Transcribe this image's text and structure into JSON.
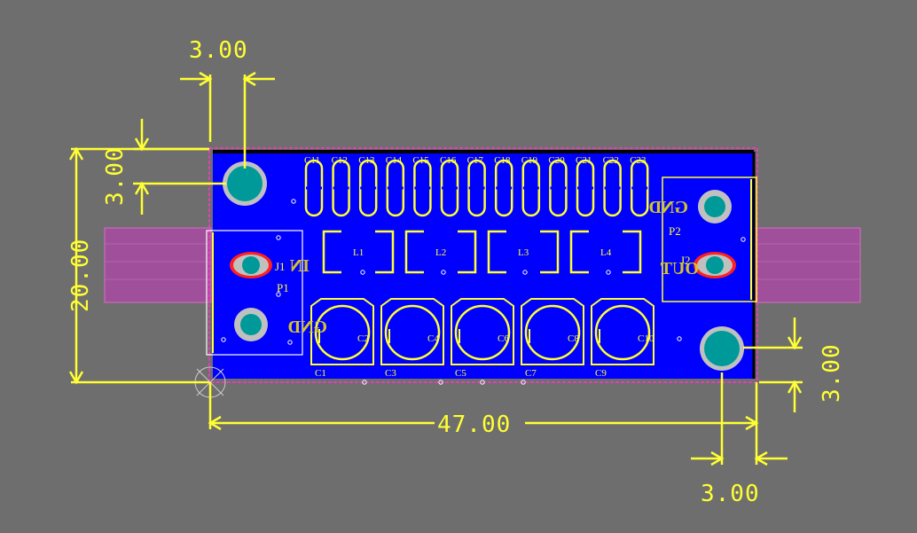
{
  "colors": {
    "background": "#6e6e6e",
    "board": "#0000ff",
    "silkscreen": "#ffff33",
    "outline": "#ff33cc",
    "pad": "#009999",
    "pad_ring": "#c0c0c0",
    "highlight_ring": "#ff2020",
    "keepout": "#a0509a"
  },
  "dimensions": {
    "top_left_width": "3.00",
    "left_top_height": "3.00",
    "board_height": "20.00",
    "board_width": "47.00",
    "right_bottom_height": "3.00",
    "bottom_right_width": "3.00"
  },
  "capacitor_row": [
    "C11",
    "C12",
    "C13",
    "C14",
    "C15",
    "C16",
    "C17",
    "C18",
    "C19",
    "C20",
    "C21",
    "C22",
    "C23"
  ],
  "inductors": [
    "L1",
    "L2",
    "L3",
    "L4"
  ],
  "electrolytics": {
    "inner": [
      "C2",
      "C4",
      "C6",
      "C8",
      "C10"
    ],
    "outer": [
      "C1",
      "C3",
      "C5",
      "C7",
      "C9"
    ]
  },
  "connectors": {
    "input_ref": "J1",
    "input_header": "P1",
    "output_ref": "J2",
    "output_header": "P2"
  },
  "net_labels": {
    "in": "IN",
    "gnd_left": "GND",
    "out": "OUT",
    "gnd_right": "GND"
  }
}
